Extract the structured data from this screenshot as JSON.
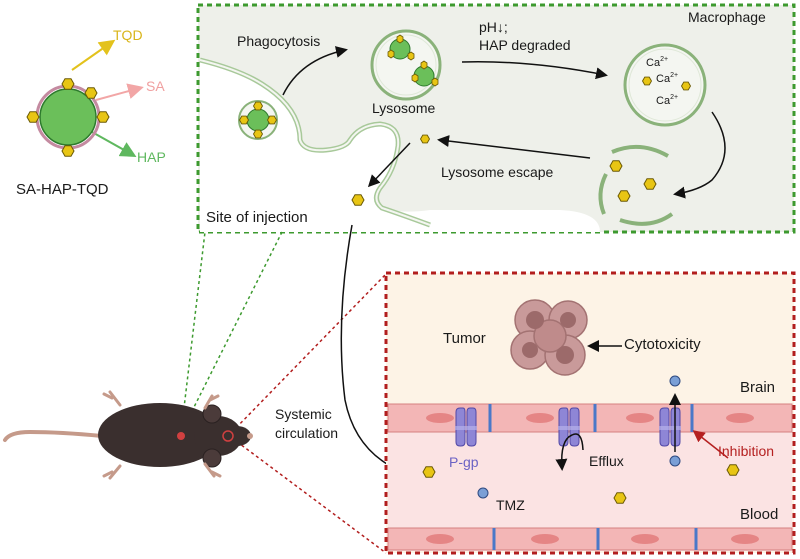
{
  "nanoparticle": {
    "label": "SA-HAP-TQD",
    "components": [
      {
        "name": "TQD",
        "color": "#e3c21c"
      },
      {
        "name": "SA",
        "color": "#f2a6a6"
      },
      {
        "name": "HAP",
        "color": "#5fb85f"
      }
    ]
  },
  "macrophage_panel": {
    "title": "Macrophage",
    "steps": {
      "phagocytosis": "Phagocytosis",
      "lysosome": "Lysosome",
      "ph_line1": "pH↓;",
      "ph_line2": "HAP degraded",
      "ca_label": "Ca",
      "ca_charge": "2+",
      "lysosome_escape": "Lysosome escape",
      "site_of_injection": "Site of injection"
    }
  },
  "mouse": {
    "systemic_line1": "Systemic",
    "systemic_line2": "circulation"
  },
  "brain_panel": {
    "tumor": "Tumor",
    "cytotoxicity": "Cytotoxicity",
    "brain": "Brain",
    "blood": "Blood",
    "pgp": "P-gp",
    "efflux": "Efflux",
    "inhibition": "Inhibition",
    "tmz": "TMZ"
  },
  "colors": {
    "macrophage_border": "#3d9a2f",
    "brain_border": "#b21e1e",
    "hexagon": "#e8c514",
    "pgp": "#8e86d6",
    "tmz": "#7a9fd6",
    "endothelium": "#f3b6b6",
    "inhibition": "#b52020"
  }
}
